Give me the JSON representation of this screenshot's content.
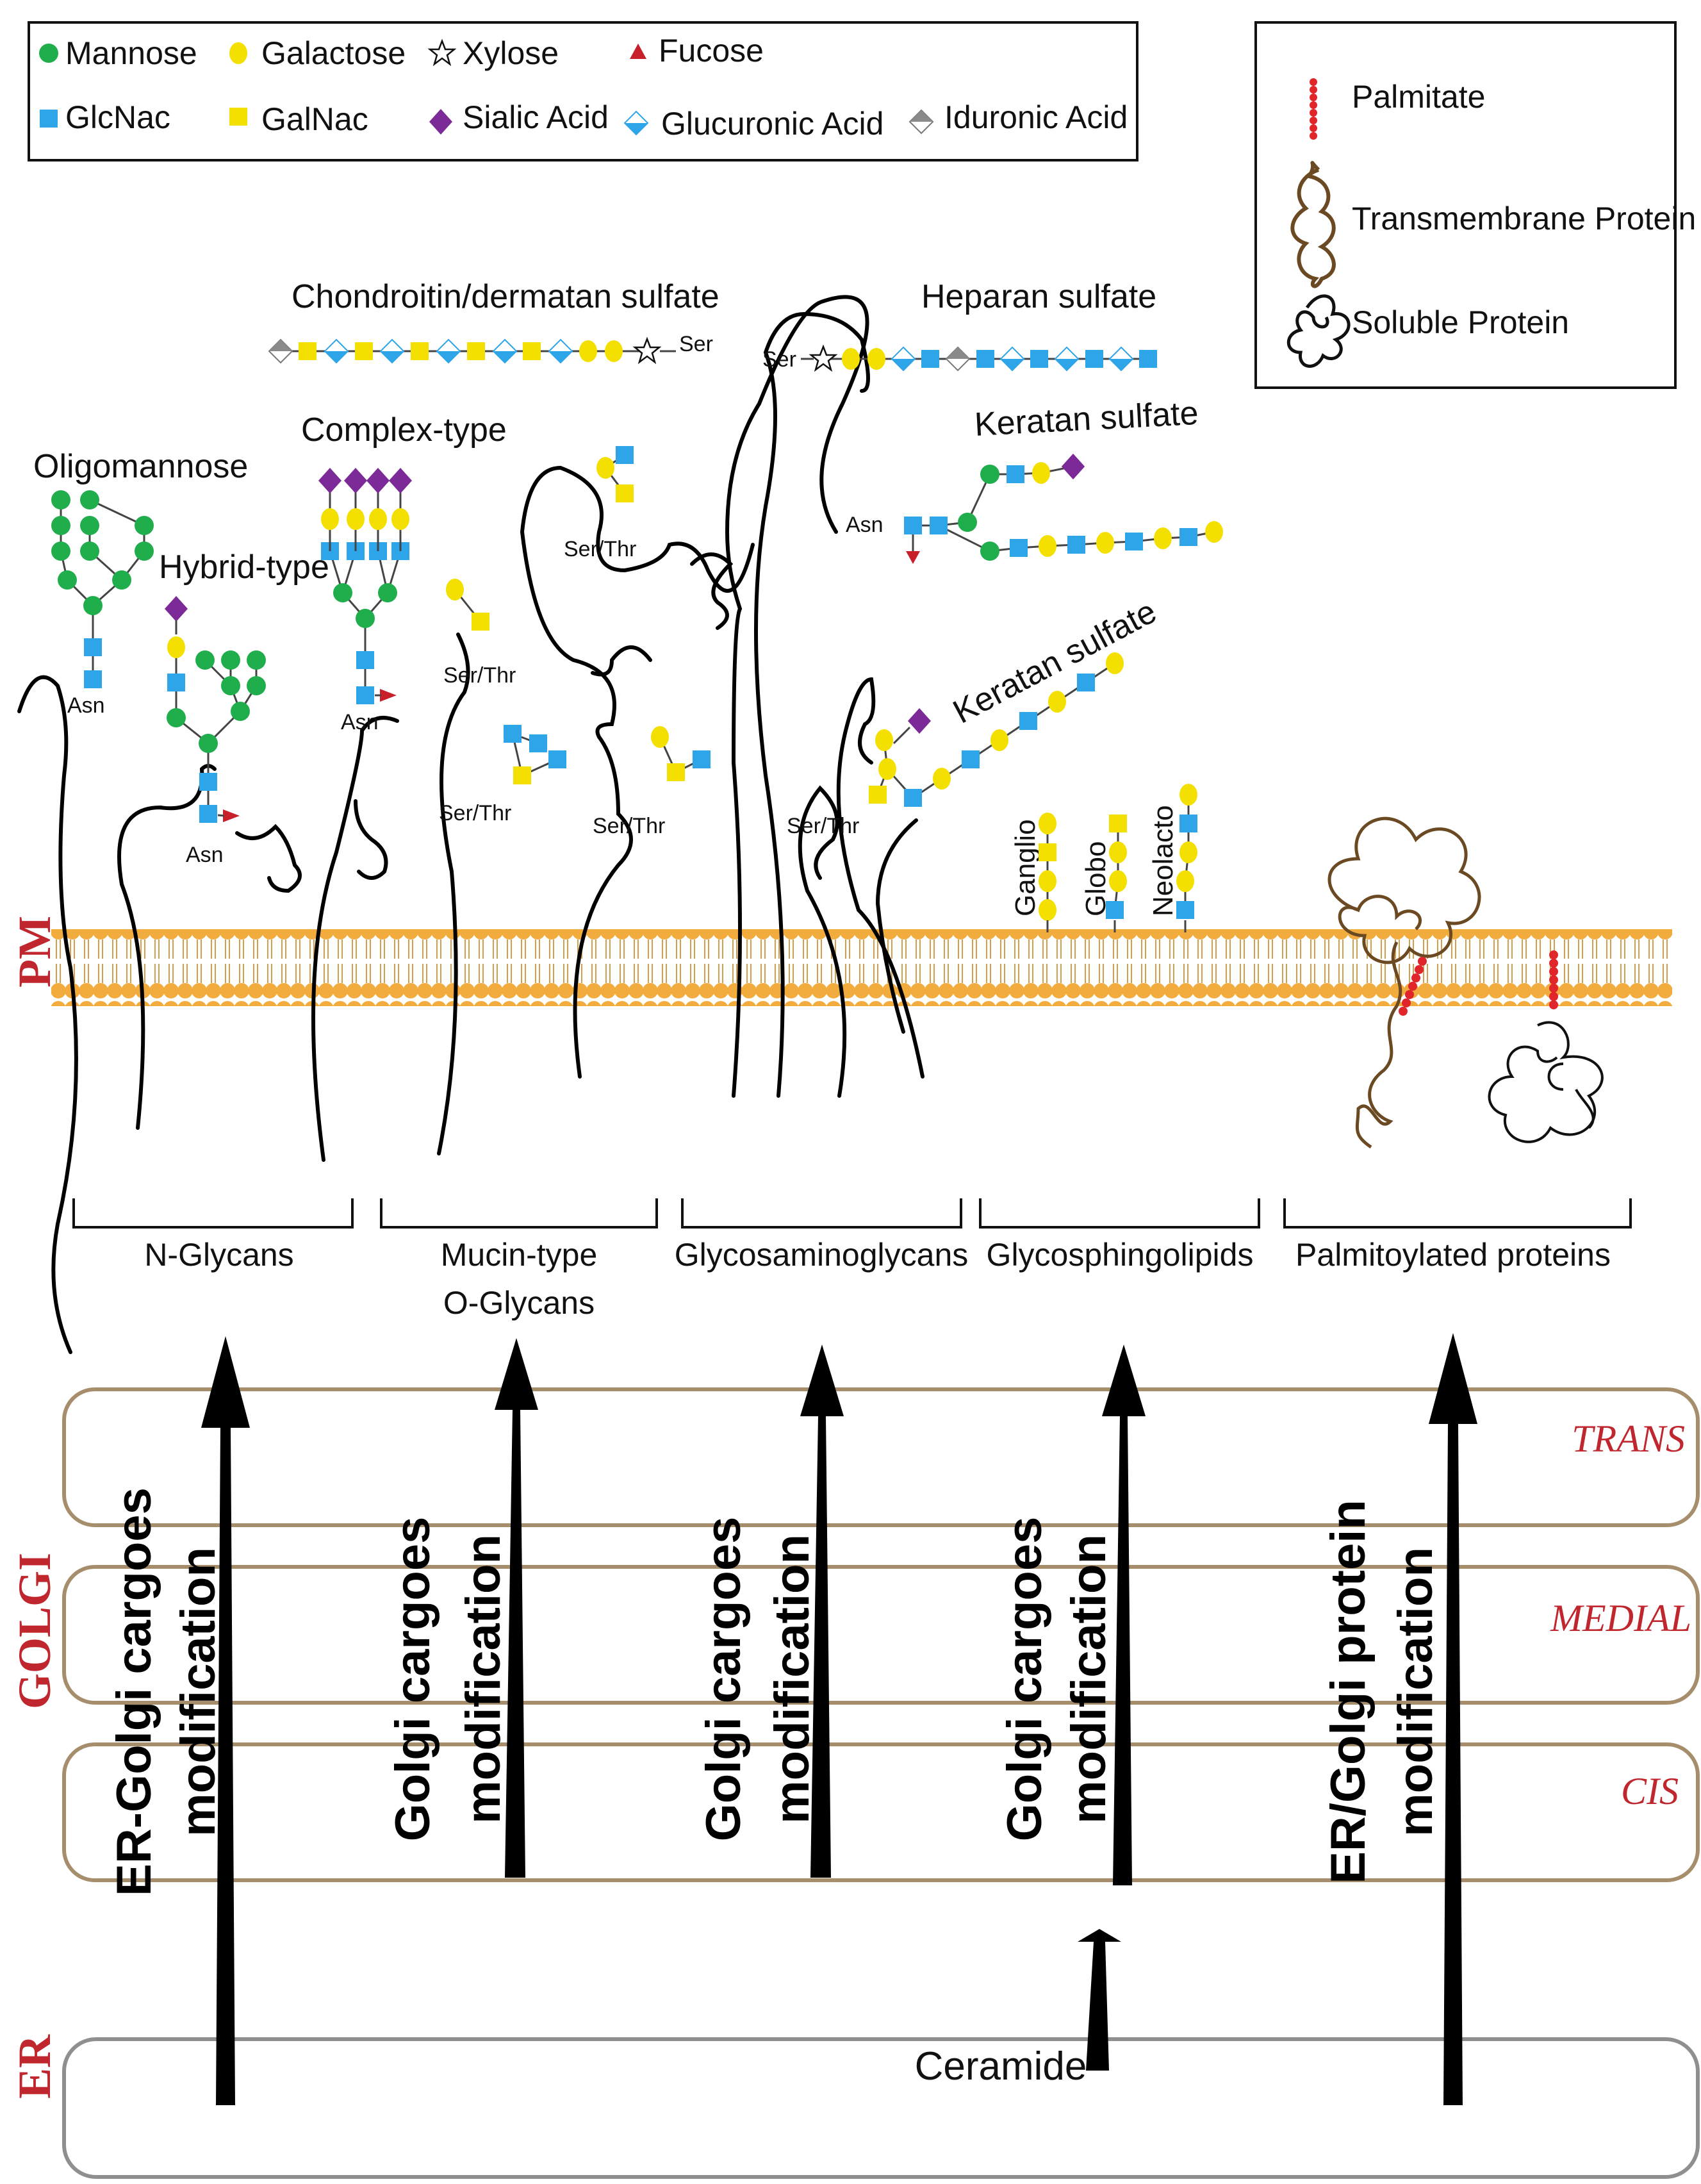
{
  "legend": {
    "mannose": "Mannose",
    "galactose": "Galactose",
    "xylose": "Xylose",
    "fucose": "Fucose",
    "glcnac": "GlcNac",
    "galnac": "GalNac",
    "sialic": "Sialic Acid",
    "glucuronic": "Glucuronic Acid",
    "iduronic": "Iduronic Acid"
  },
  "legend2": {
    "palmitate": "Palmitate",
    "transmembrane": "Transmembrane Protein",
    "soluble": "Soluble Protein"
  },
  "labels": {
    "chondroitin": "Chondroitin/dermatan sulfate",
    "heparan": "Heparan sulfate",
    "complex": "Complex-type",
    "oligomannose": "Oligomannose",
    "hybrid": "Hybrid-type",
    "keratan1": "Keratan sulfate",
    "keratan2": "Keratan sulfate",
    "ganglio": "Ganglio",
    "globo": "Globo",
    "neolacto": "Neolacto",
    "ser": "Ser",
    "asn": "Asn",
    "serthr": "Ser/Thr",
    "ceramide": "Ceramide"
  },
  "regions": {
    "pm": "PM",
    "golgi": "GOLGI",
    "er": "ER",
    "trans": "TRANS",
    "medial": "MEDIAL",
    "cis": "CIS"
  },
  "categories": {
    "nglycans": "N-Glycans",
    "mucin1": "Mucin-type",
    "mucin2": "O-Glycans",
    "gag": "Glycosaminoglycans",
    "gsl": "Glycosphingolipids",
    "palm": "Palmitoylated proteins"
  },
  "arrows": {
    "a1l1": "ER-Golgi cargoes",
    "a1l2": "modification",
    "a2l1": "Golgi cargoes",
    "a2l2": "modification",
    "a3l1": "Golgi cargoes",
    "a3l2": "modification",
    "a4l1": "Golgi cargoes",
    "a4l2": "modification",
    "a5l1": "ER/Golgi protein",
    "a5l2": "modification"
  },
  "colors": {
    "mannose": "#1fae4b",
    "galactose": "#f4e000",
    "glcnac": "#2ea5e8",
    "galnac": "#f4e000",
    "sialic": "#7b2a97",
    "fucose": "#c8202a",
    "iduronic": "#8a8a8a",
    "membrane": "#f2ac3e",
    "golgi_box": "#a68e6c",
    "er_box": "#8f8f8f",
    "region_text": "#c0262d"
  }
}
